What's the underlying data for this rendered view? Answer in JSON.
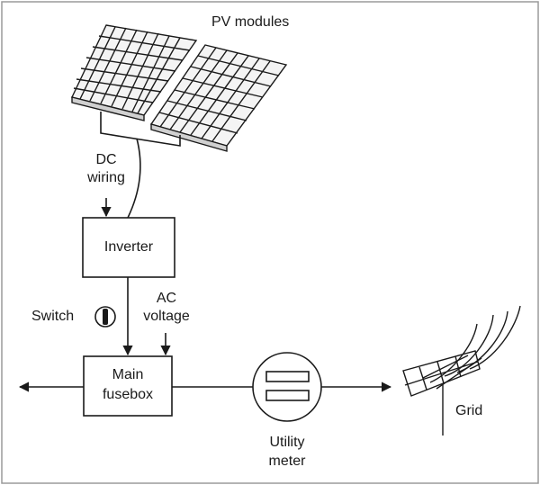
{
  "labels": {
    "pv_modules": "PV modules",
    "dc_wiring_1": "DC",
    "dc_wiring_2": "wiring",
    "inverter": "Inverter",
    "ac_voltage_1": "AC",
    "ac_voltage_2": "voltage",
    "switch": "Switch",
    "main_fusebox_1": "Main",
    "main_fusebox_2": "fusebox",
    "utility_meter_1": "Utility",
    "utility_meter_2": "meter",
    "grid": "Grid"
  },
  "colors": {
    "stroke": "#1a1a1a",
    "background": "#ffffff"
  }
}
